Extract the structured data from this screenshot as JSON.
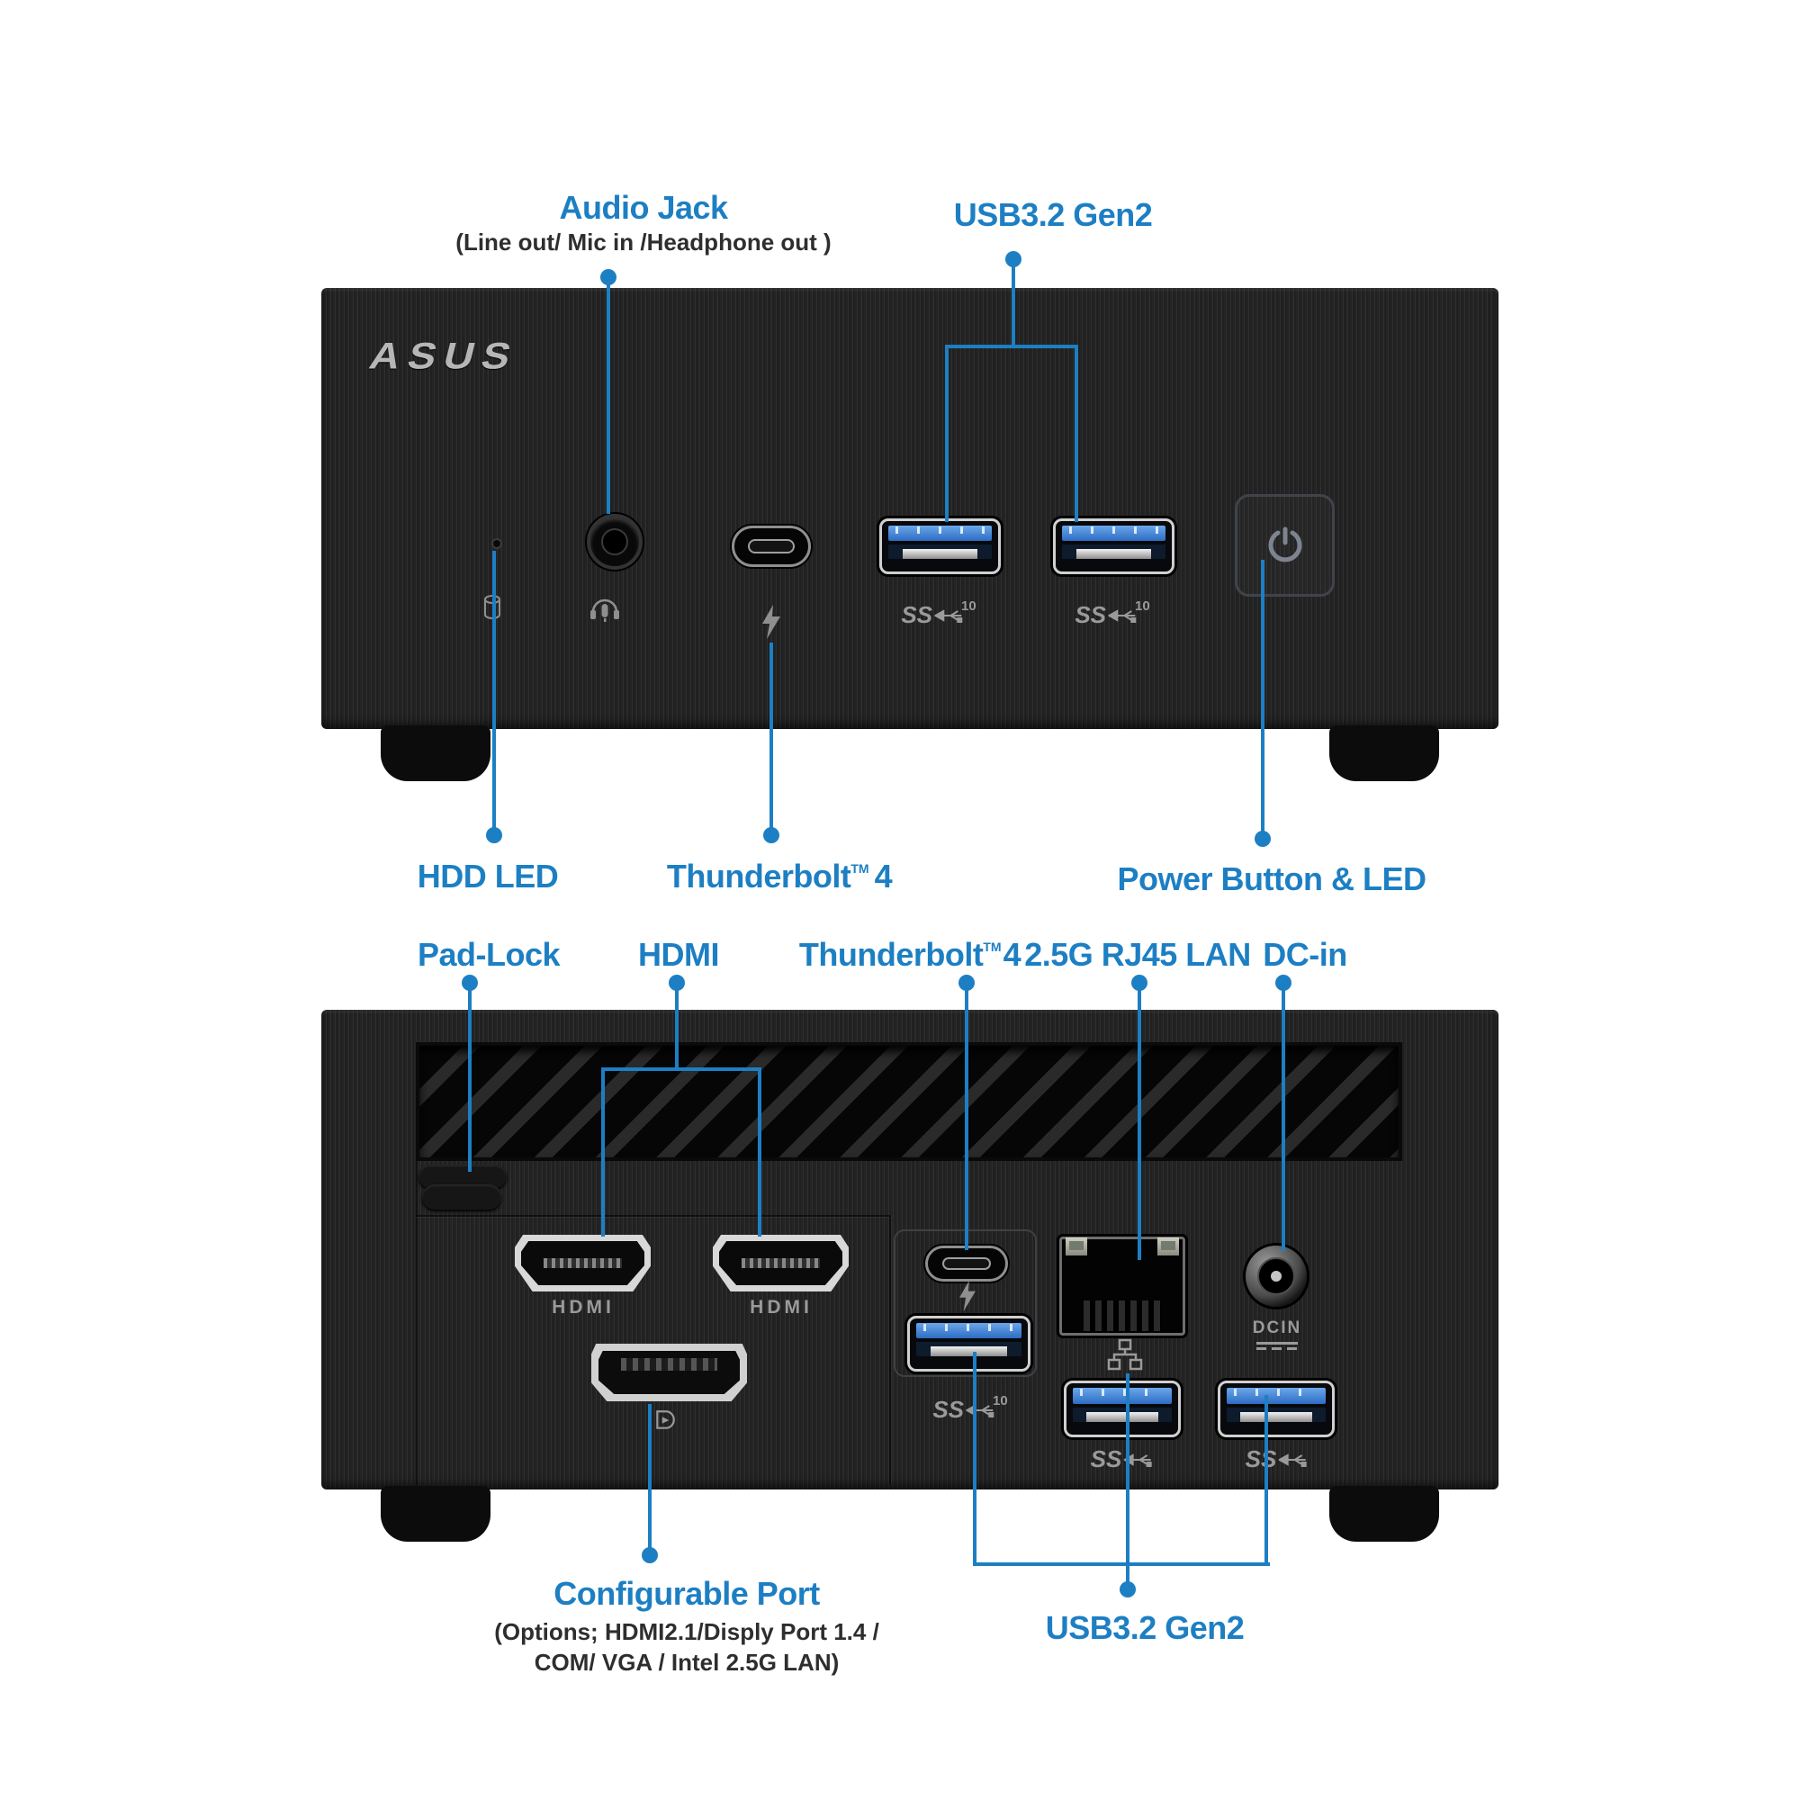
{
  "colors": {
    "accent": "#1d7fc3",
    "sub_text": "#2e2e2e",
    "case": "#242424",
    "usb_blue": "#2f74d0",
    "port_mark_gray": "#9a9a9a",
    "background": "#ffffff"
  },
  "front": {
    "brand_logo": "ASUS",
    "callout_audio_title": "Audio Jack",
    "callout_audio_sub": "(Line out/ Mic in /Headphone out )",
    "callout_usb": "USB3.2 Gen2",
    "callout_hdd": "HDD LED",
    "callout_tb_name": "Thunderbolt",
    "callout_tb_tm": "TM",
    "callout_tb_num": "4",
    "callout_power": "Power Button & LED",
    "mark_ss": "SS",
    "mark_ss_ten": "10"
  },
  "rear": {
    "callout_padlock": "Pad-Lock",
    "callout_hdmi": "HDMI",
    "callout_tb_name": "Thunderbolt",
    "callout_tb_tm": "TM",
    "callout_tb_num": "4",
    "callout_lan": "2.5G RJ45 LAN",
    "callout_dcin": "DC-in",
    "callout_config_title": "Configurable Port",
    "callout_config_sub1": "(Options; HDMI2.1/Disply Port 1.4 /",
    "callout_config_sub2": "COM/ VGA / Intel 2.5G LAN)",
    "callout_usb": "USB3.2 Gen2",
    "mark_hdmi": "HDMI",
    "mark_dcin": "DCIN",
    "mark_ss": "SS",
    "mark_ss_ten": "10"
  }
}
